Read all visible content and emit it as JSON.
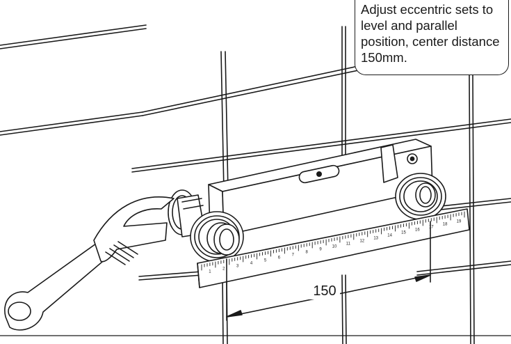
{
  "callout": {
    "text": "Adjust eccentric sets to level and parallel position, center distance 150mm."
  },
  "dimension": {
    "label": "150"
  },
  "ruler": {
    "tick_labels": [
      "1",
      "2",
      "3",
      "4",
      "5",
      "6",
      "7",
      "8",
      "9",
      "10",
      "11",
      "12",
      "13",
      "14",
      "15",
      "16",
      "17",
      "18",
      "19"
    ]
  },
  "colors": {
    "line": "#1a1a1a",
    "background": "#ffffff"
  }
}
